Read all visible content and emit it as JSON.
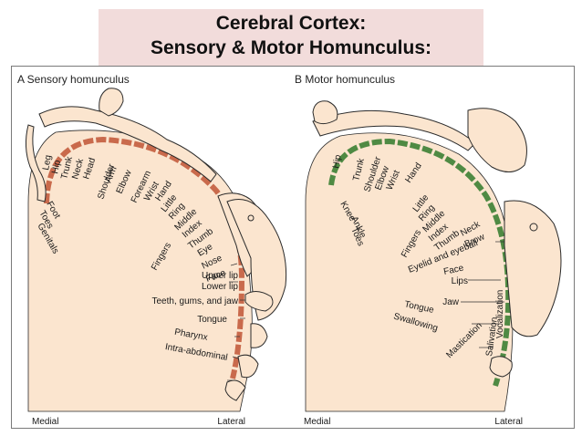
{
  "title": {
    "line1": "Cerebral Cortex:",
    "line2": "Sensory & Motor Homunculus:"
  },
  "colors": {
    "title_background": "#f2dcdb",
    "cortex_fill": "#fbe5cf",
    "sensory_strip": "#c96a4c",
    "motor_strip": "#4f8a43",
    "outline": "#2b2b2b"
  },
  "sensory": {
    "panel_title": "A  Sensory homunculus",
    "medial": "Medial",
    "lateral": "Lateral",
    "labels": [
      "Leg",
      "Hip",
      "Trunk",
      "Neck",
      "Head",
      "Shoulder",
      "Arm",
      "Elbow",
      "Forearm",
      "Wrist",
      "Hand",
      "Little",
      "Ring",
      "Middle",
      "Index",
      "Thumb",
      "Eye",
      "Nose",
      "Face",
      "Upper lip",
      "Lower lip",
      "Teeth, gums, and jaw",
      "Tongue",
      "Pharynx",
      "Intra-abdominal",
      "Foot",
      "Toes",
      "Genitals",
      "Fingers"
    ]
  },
  "motor": {
    "panel_title": "B  Motor homunculus",
    "medial": "Medial",
    "lateral": "Lateral",
    "labels": [
      "Hip",
      "Trunk",
      "Shoulder",
      "Elbow",
      "Wrist",
      "Hand",
      "Little",
      "Ring",
      "Middle",
      "Index",
      "Thumb",
      "Neck",
      "Brow",
      "Eyelid and eyeball",
      "Face",
      "Lips",
      "Jaw",
      "Tongue",
      "Swallowing",
      "Knee",
      "Ankle",
      "Toes",
      "Fingers",
      "Vocalization",
      "Salivation",
      "Mastication"
    ]
  }
}
